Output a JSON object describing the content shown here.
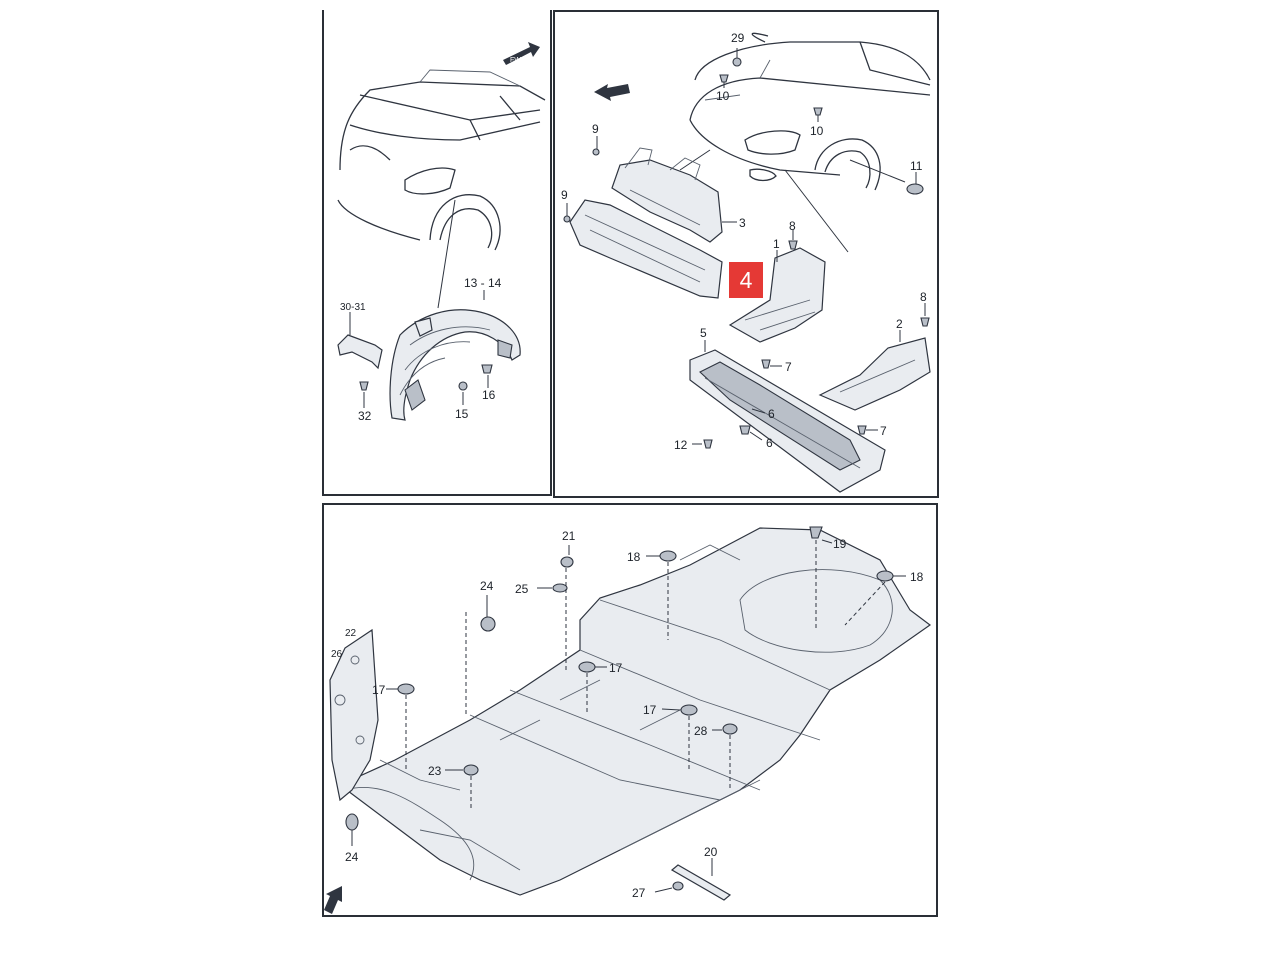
{
  "diagram": {
    "direction_label": "FWD",
    "highlighted_part": "4",
    "panels": {
      "wheel_liner": {
        "callouts": [
          "13 - 14",
          "30-31",
          "32",
          "15",
          "16"
        ]
      },
      "front_bumper_area": {
        "callouts": [
          "29",
          "10",
          "10",
          "11",
          "9",
          "9",
          "3",
          "8",
          "1",
          "8",
          "2",
          "5",
          "7",
          "6",
          "6",
          "12",
          "7"
        ]
      },
      "floor_underbody": {
        "callouts": [
          "21",
          "18",
          "19",
          "18",
          "24",
          "25",
          "22",
          "26",
          "17",
          "17",
          "17",
          "28",
          "23",
          "24",
          "20",
          "27"
        ]
      }
    }
  }
}
